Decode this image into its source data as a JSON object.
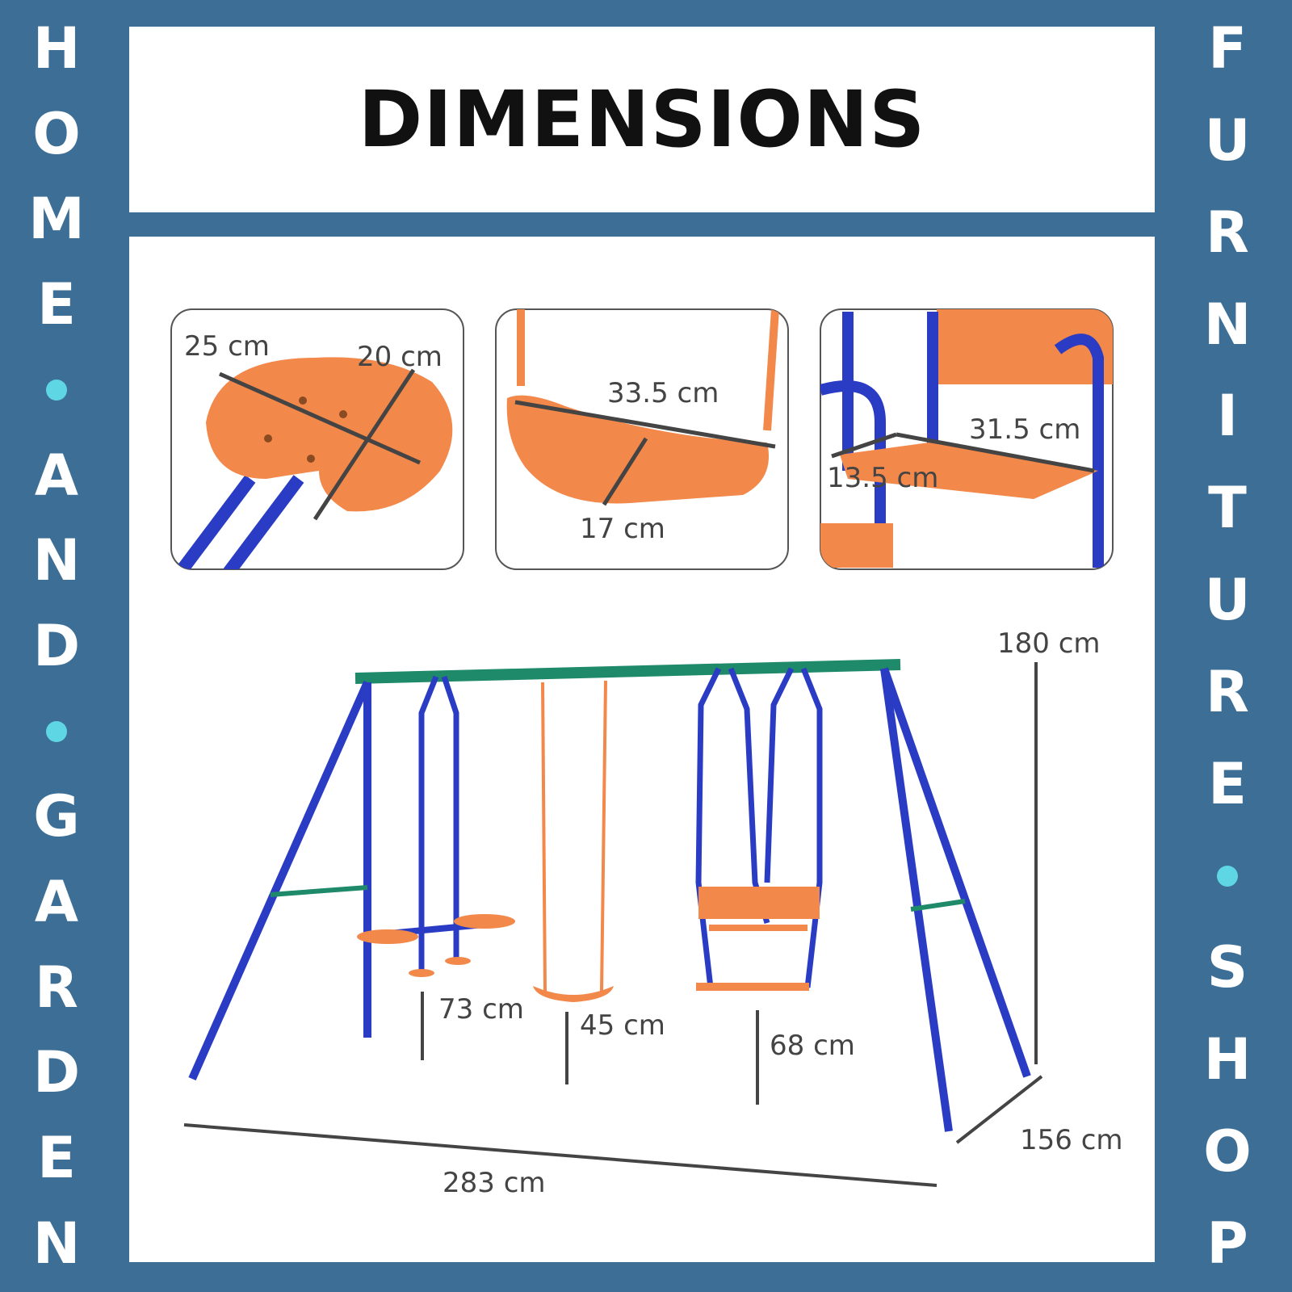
{
  "title": "DIMENSIONS",
  "side_left": [
    "H",
    "O",
    "M",
    "E",
    "•",
    "A",
    "N",
    "D",
    "•",
    "G",
    "A",
    "R",
    "D",
    "E",
    "N"
  ],
  "side_right": [
    "F",
    "U",
    "R",
    "N",
    "I",
    "T",
    "U",
    "R",
    "E",
    "•",
    "S",
    "H",
    "O",
    "P"
  ],
  "seesaw_seat": {
    "length": "25 cm",
    "width": "20 cm"
  },
  "swing_seat": {
    "length": "33.5 cm",
    "width": "17 cm"
  },
  "glider_seat": {
    "length": "31.5 cm",
    "width": "13.5 cm"
  },
  "overall": {
    "height": "180 cm",
    "depth": "156 cm",
    "width": "283 cm",
    "seesaw_height": "73 cm",
    "swing_height": "45 cm",
    "glider_height": "68 cm"
  },
  "colors": {
    "frame": "#2b3cc4",
    "seat": "#f2884a",
    "bar": "#1e8a6a",
    "background": "#3d6f96",
    "accent": "#5fd6e3"
  }
}
